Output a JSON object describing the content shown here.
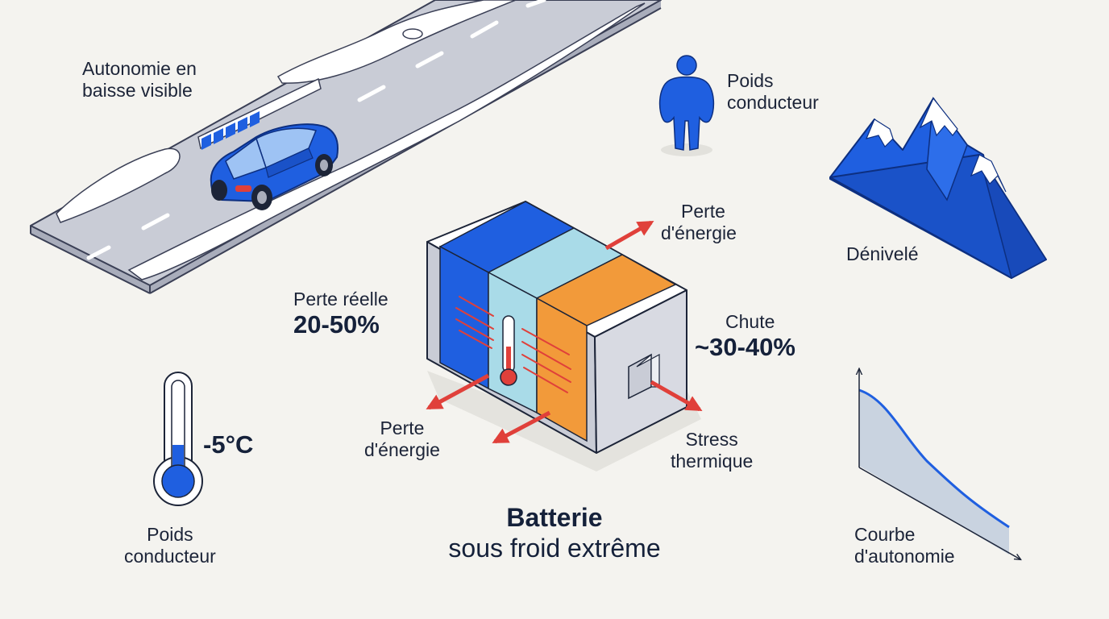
{
  "labels": {
    "autonomie": [
      "Autonomie en",
      "baisse visible"
    ],
    "poids_top": [
      "Poids",
      "conducteur"
    ],
    "denivele": "Dénivelé",
    "perte_energie_top": [
      "Perte",
      "d'énergie"
    ],
    "perte_reelle": "Perte réelle",
    "perte_reelle_value": "20-50%",
    "chute": "Chute",
    "chute_value": "~30-40%",
    "perte_energie_bottom": [
      "Perte",
      "d'énergie"
    ],
    "stress": [
      "Stress",
      "thermique"
    ],
    "temperature": "-5°C",
    "poids_bottom": [
      "Poids",
      "conducteur"
    ],
    "courbe": [
      "Courbe",
      "d'autonomie"
    ],
    "title": "Batterie",
    "subtitle": "sous froid extrême"
  },
  "colors": {
    "accent_blue": "#1f5fe0",
    "battery_light": "#a9dbe8",
    "battery_orange": "#f29a3a",
    "arrow_red": "#e0403a",
    "road": "#c9ccd6",
    "snow": "#ffffff"
  },
  "icons": [
    "car-icon",
    "battery-gauge-icon",
    "person-icon",
    "mountain-icon",
    "battery-cell-icon",
    "thermometer-icon",
    "autonomy-curve-icon"
  ]
}
